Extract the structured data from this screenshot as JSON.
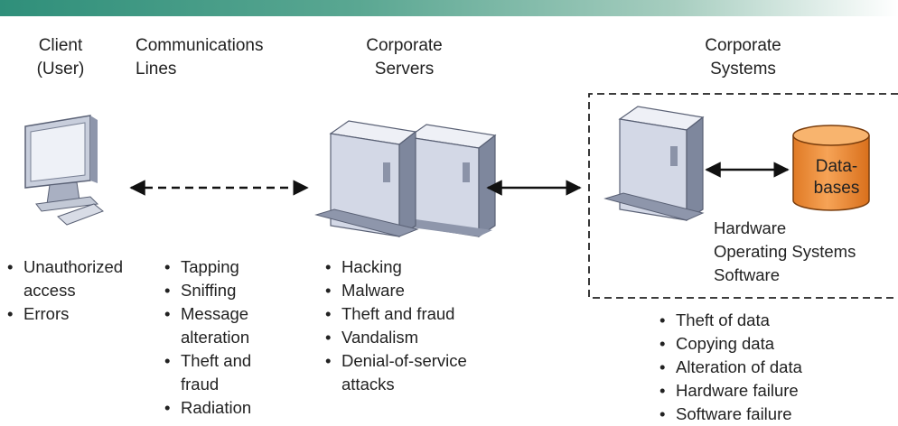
{
  "headers": {
    "client": "Client\n(User)",
    "comms": "Communications\nLines",
    "servers": "Corporate\nServers",
    "systems": "Corporate\nSystems"
  },
  "database_label": "Data-\nbases",
  "system_components": [
    "Hardware",
    "Operating Systems",
    "Software"
  ],
  "threats": {
    "client": [
      "Unauthorized access",
      "Errors"
    ],
    "comms": [
      "Tapping",
      "Sniffing",
      "Message alteration",
      "Theft and fraud",
      "Radiation"
    ],
    "servers": [
      "Hacking",
      "Malware",
      "Theft and fraud",
      "Vandalism",
      "Denial-of-service attacks"
    ],
    "systems": [
      "Theft of data",
      "Copying data",
      "Alteration of data",
      "Hardware failure",
      "Software failure"
    ]
  },
  "colors": {
    "accent_bar": "#2f8f7a",
    "database_fill": "#f0913a",
    "server_fill": "#d3d8e6"
  }
}
